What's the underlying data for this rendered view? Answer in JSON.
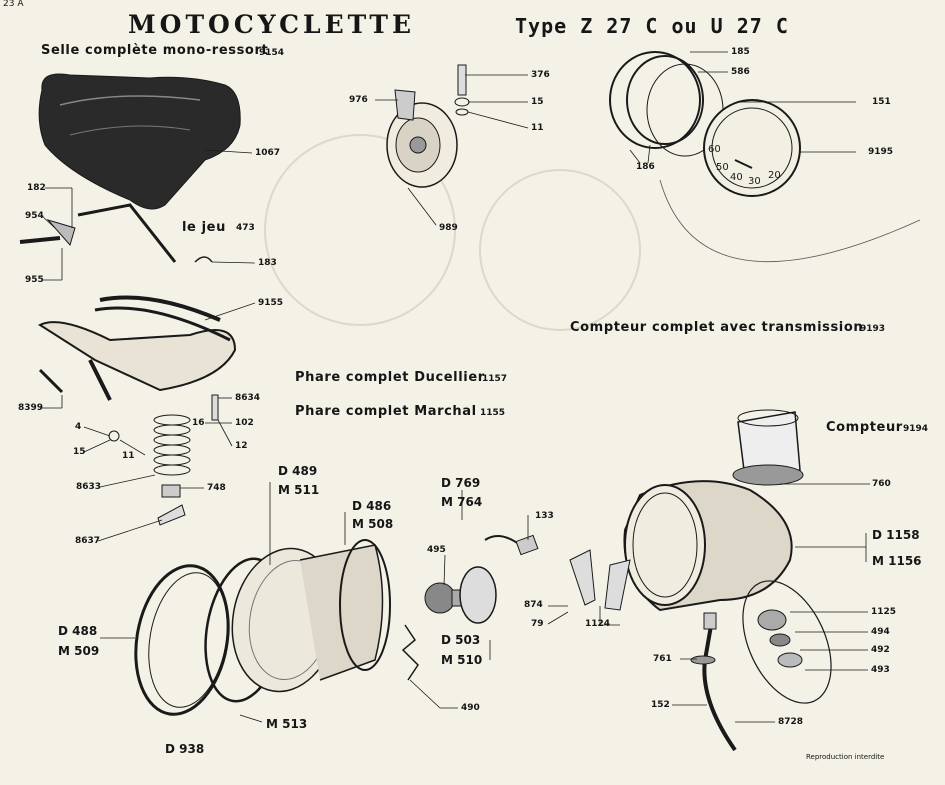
{
  "page_number": "23 A",
  "title": "MOTOCYCLETTE",
  "subtitle": "Type Z 27 C ou U 27 C",
  "captions": {
    "selle": "Selle complète mono-ressort",
    "selle_num": "9154",
    "jeu": "le jeu",
    "jeu_num": "473",
    "compteur_complet": "Compteur complet avec transmission",
    "compteur_complet_num": "9193",
    "phare_ducellier": "Phare complet Ducellier",
    "phare_ducellier_num": "1157",
    "phare_marchal": "Phare complet Marchal",
    "phare_marchal_num": "1155",
    "compteur": "Compteur",
    "compteur_num": "9194"
  },
  "refs": {
    "r1067": "1067",
    "r182": "182",
    "r954": "954",
    "r955": "955",
    "r183": "183",
    "r9155": "9155",
    "r8399": "8399",
    "r8634": "8634",
    "r16": "16",
    "r102": "102",
    "r12": "12",
    "r4": "4",
    "r15a": "15",
    "r11a": "11",
    "r8633": "8633",
    "r748": "748",
    "r8637": "8637",
    "r376": "376",
    "r15b": "15",
    "r11b": "11",
    "r976": "976",
    "r989": "989",
    "r185": "185",
    "r586": "586",
    "r151": "151",
    "r186": "186",
    "r9195": "9195",
    "r760": "760",
    "r133": "133",
    "r495": "495",
    "r874": "874",
    "r79": "79",
    "r1124": "1124",
    "r1125": "1125",
    "r494": "494",
    "r492": "492",
    "r493": "493",
    "r761": "761",
    "r152": "152",
    "r8728": "8728",
    "r490": "490"
  },
  "dm_labels": {
    "d489": "D 489",
    "m511": "M 511",
    "d486": "D 486",
    "m508": "M 508",
    "d769": "D 769",
    "m764": "M 764",
    "d488": "D 488",
    "m509": "M 509",
    "m513": "M 513",
    "d938": "D 938",
    "d503": "D 503",
    "m510": "M 510",
    "d1158": "D 1158",
    "m1156": "M 1156"
  },
  "speedo_digits": [
    "60",
    "50",
    "40",
    "30",
    "20"
  ],
  "footer": "Reproduction interdite"
}
